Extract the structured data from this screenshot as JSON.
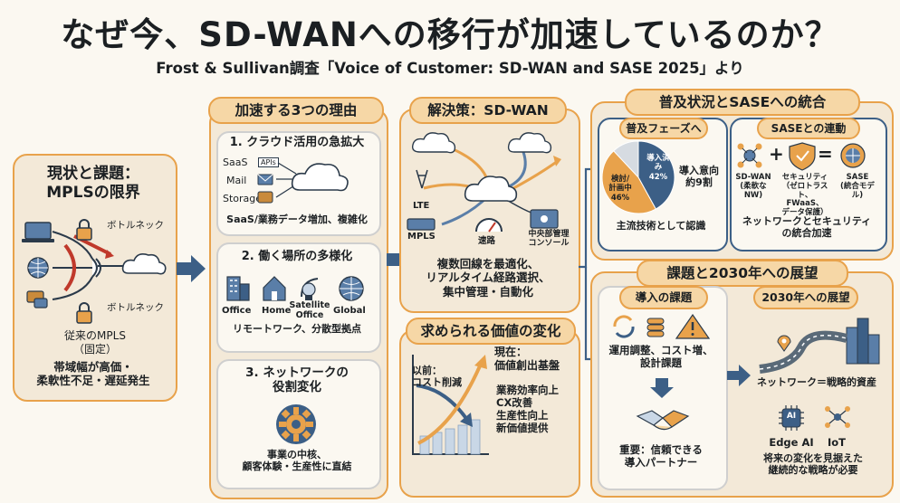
{
  "title": "なぜ今、SD-WANへの移行が加速しているのか？",
  "subtitle": "Frost & Sullivan調査「Voice of Customer: SD-WAN and SASE 2025」より",
  "colors": {
    "orange": "#e8a24b",
    "navy": "#3c5f86",
    "cream": "#f3e9d8",
    "peach": "#f6d7a6",
    "bg": "#fbf8f1"
  },
  "left": {
    "title": "現状と課題：\nMPLSの限界",
    "label_bottleneck": "ボトルネック",
    "label_bottleneck2": "ボトルネック",
    "caption": "従来のMPLS\n（固定）",
    "issues": "帯域幅が高価・\n柔軟性不足・遅延発生"
  },
  "reasons": {
    "header": "加速する3つの理由",
    "r1_title": "1. クラウド活用の急拡大",
    "r1_items": {
      "saas": "SaaS",
      "api": "APIs",
      "mail": "Mail",
      "storage": "Storage"
    },
    "r1_desc": "SaaS/業務データ増加、複雑化",
    "r2_title": "2. 働く場所の多様化",
    "r2_icons": {
      "office": "Office",
      "home": "Home",
      "satellite": "Satellite\nOffice",
      "global": "Global"
    },
    "r2_desc": "リモートワーク、分散型拠点",
    "r3_title": "3. ネットワークの\n役割変化",
    "r3_desc": "事業の中核、\n顧客体験・生産性に直結"
  },
  "solution": {
    "header": "解決策：SD-WAN",
    "labels": {
      "lte": "LTE",
      "mpls": "MPLS",
      "speed": "速路",
      "mgmt": "中央部管理\nコンソール"
    },
    "desc": "複数回線を最適化、\nリアルタイム経路選択、\n集中管理・自動化"
  },
  "value": {
    "header": "求められる価値の変化",
    "before": "以前：\nコスト削減",
    "now_title": "現在：\n価値創出基盤",
    "now_items": "業務効率向上\nCX改善\n生産性向上\n新価値提供"
  },
  "adoption": {
    "header": "普及状況とSASEへの統合",
    "phase_header": "普及フェーズへ",
    "pie": {
      "adopted_label": "導入済み\n42%",
      "considering_label": "検討/\n計画中\n46%",
      "adopted": 42,
      "considering": 46,
      "other": 12
    },
    "intent": "導入意向\n約9割",
    "mainstream": "主流技術として認識",
    "sase_header": "SASEとの連動",
    "sdwan": "SD-WAN\n(柔軟なNW)",
    "security": "セキュリティ\n（ゼロトラスト、\nFWaaS、\nデータ保護）",
    "sase": "SASE\n(統合モデル)",
    "plus": "+",
    "equals": "=",
    "sase_desc": "ネットワークとセキュリティ\nの統合加速"
  },
  "future": {
    "header": "課題と2030年への展望",
    "intro_header": "導入の課題",
    "intro_desc": "運用調整、コスト増、\n設計課題",
    "partner": "重要：信頼できる\n導入パートナー",
    "outlook_header": "2030年への展望",
    "strategic": "ネットワーク＝戦略的資産",
    "edge_ai": "Edge AI",
    "iot": "IoT",
    "ai_chip": "AI",
    "closing": "将来の変化を見据えた\n継続的な戦略が必要"
  }
}
